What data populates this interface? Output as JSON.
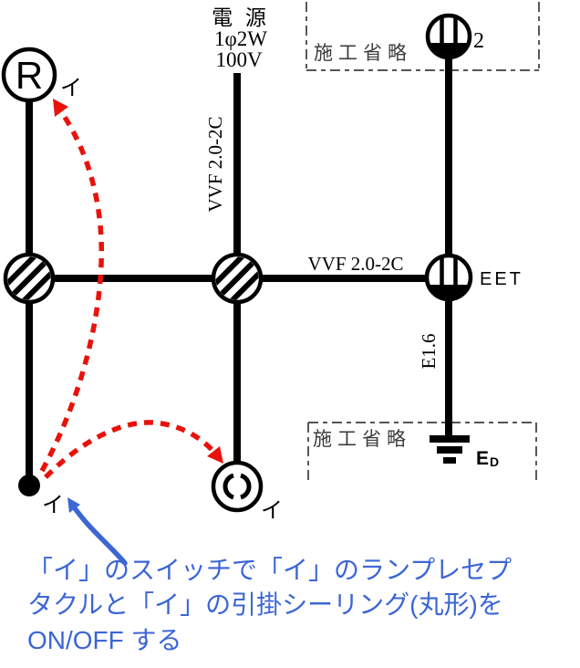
{
  "colors": {
    "red": "#e8120b",
    "blue": "#3c66d4",
    "ink": "#000000",
    "muted": "#3c3c3c"
  },
  "source": {
    "line1": "電 源",
    "line2": "1φ2W",
    "line3": "100V"
  },
  "cables": {
    "vvf_vertical": "VVF 2.0-2C",
    "vvf_horizontal": "VVF 2.0-2C",
    "ground_wire": "E1.6"
  },
  "devices": {
    "lamp_receptacle_symbol": "R",
    "lamp_circuit": "イ",
    "switch_circuit": "イ",
    "ceiling_rose_circuit": "イ",
    "outlet_top_qty": "2",
    "outlet_right_label": "EET",
    "ground_label_main": "E",
    "ground_label_sub": "D"
  },
  "omission": {
    "top": "施工省略",
    "bottom": "施工省略"
  },
  "note": {
    "line1": "「イ」のスイッチで「イ」のランプレセプ",
    "line2": "タクルと「イ」の引掛シーリング(丸形)を",
    "line3": "ON/OFF する"
  }
}
